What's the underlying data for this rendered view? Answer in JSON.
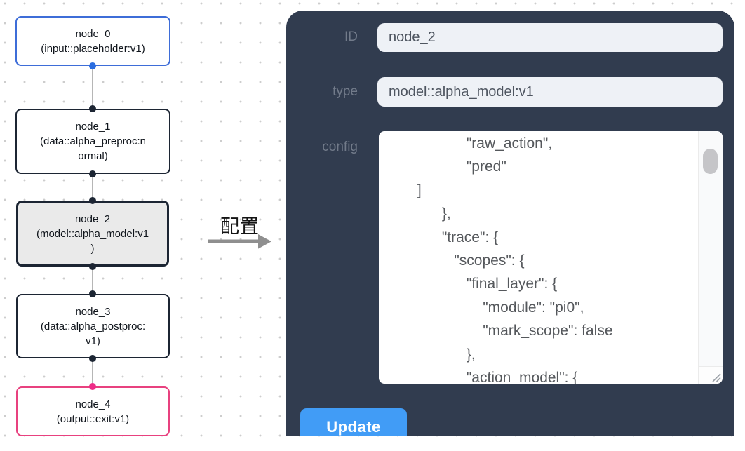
{
  "flow": {
    "nodes": [
      {
        "id": "node_0",
        "lines": [
          "node_0",
          "(input::placeholder:v1)"
        ]
      },
      {
        "id": "node_1",
        "lines": [
          "node_1",
          "(data::alpha_preproc:n",
          "ormal)"
        ]
      },
      {
        "id": "node_2",
        "lines": [
          "node_2",
          "(model::alpha_model:v1",
          ")"
        ]
      },
      {
        "id": "node_3",
        "lines": [
          "node_3",
          "(data::alpha_postproc:",
          "v1)"
        ]
      },
      {
        "id": "node_4",
        "lines": [
          "node_4",
          "(output::exit:v1)"
        ]
      }
    ],
    "arrow_label": "配置"
  },
  "panel": {
    "id_label": "ID",
    "id_value": "node_2",
    "type_label": "type",
    "type_value": "model::alpha_model:v1",
    "config_label": "config",
    "config_text": "                   \"raw_action\",\n                   \"pred\"\n       ]\n             },\n             \"trace\": {\n                \"scopes\": {\n                   \"final_layer\": {\n                       \"module\": \"pi0\",\n                       \"mark_scope\": false\n                   },\n                   \"action_model\": {",
    "update_label": "Update"
  },
  "colors": {
    "panel_bg": "#313c4f",
    "accent_blue": "#419cf6",
    "input_node_border": "#3e6dd8",
    "input_port": "#2b6de0",
    "node_border": "#1c2533",
    "selected_node_bg": "#eaeaea",
    "output_node_border": "#e8417f",
    "output_port": "#ee2d88",
    "edge_gray": "#b6b6b6",
    "arrow_gray": "#8f8f8f"
  }
}
